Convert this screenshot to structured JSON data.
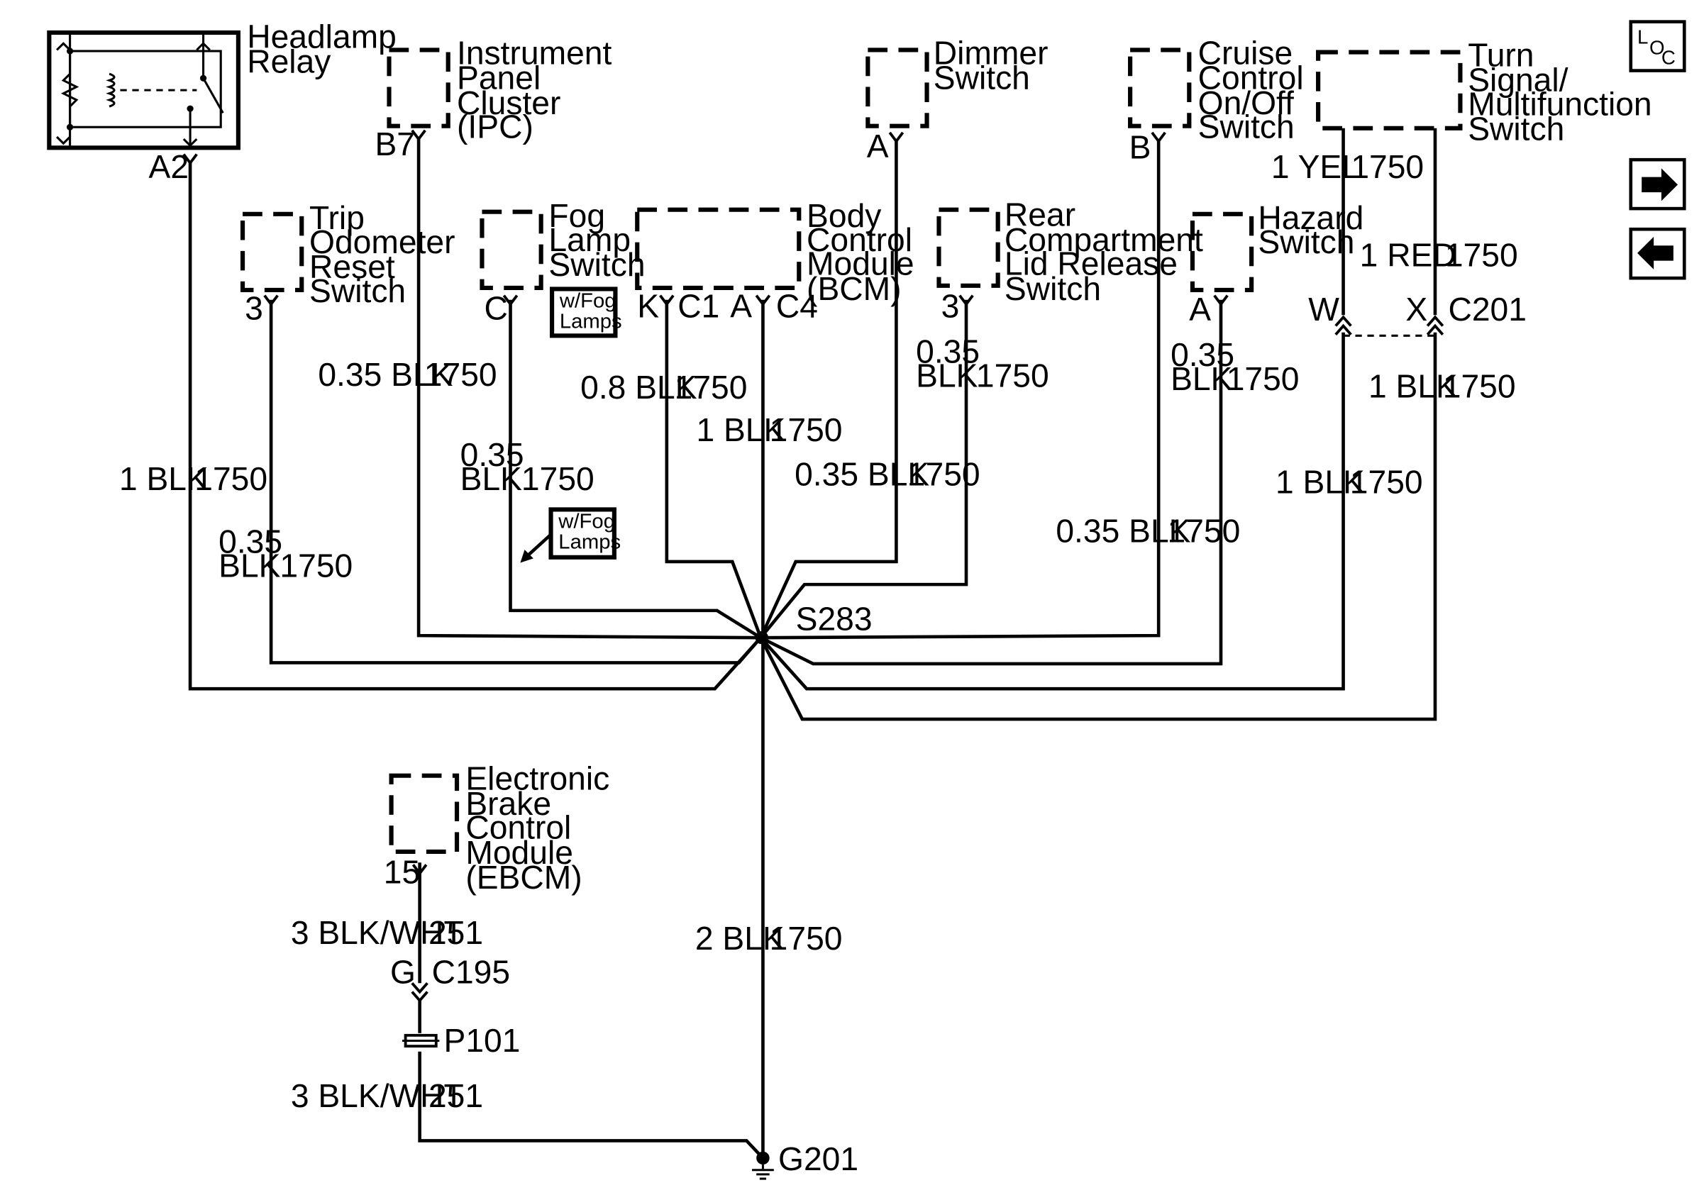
{
  "components": {
    "headlamp_relay": [
      "Headlamp",
      "Relay"
    ],
    "ipc": [
      "Instrument",
      "Panel",
      "Cluster",
      "(IPC)"
    ],
    "dimmer": [
      "Dimmer",
      "Switch"
    ],
    "cruise": [
      "Cruise",
      "Control",
      "On/Off",
      "Switch"
    ],
    "turn_signal": [
      "Turn",
      "Signal/",
      "Multifunction",
      "Switch"
    ],
    "trip_odometer": [
      "Trip",
      "Odometer",
      "Reset",
      "Switch"
    ],
    "fog_lamp": [
      "Fog",
      "Lamp",
      "Switch"
    ],
    "bcm": [
      "Body",
      "Control",
      "Module",
      "(BCM)"
    ],
    "rear_compartment": [
      "Rear",
      "Compartment",
      "Lid Release",
      "Switch"
    ],
    "hazard": [
      "Hazard",
      "Switch"
    ],
    "ebcm": [
      "Electronic",
      "Brake",
      "Control",
      "Module",
      "(EBCM)"
    ]
  },
  "fog_note": [
    "w/Fog",
    "Lamps"
  ],
  "pins": {
    "headlamp": "A2",
    "ipc": "B7",
    "dimmer": "A",
    "cruise": "B",
    "trip": "3",
    "fog": "C",
    "bcm_k": "K",
    "bcm_c1": "C1",
    "bcm_a": "A",
    "bcm_c4": "C4",
    "rear": "3",
    "hazard": "A",
    "w": "W",
    "x": "X",
    "ebcm": "15",
    "g": "G"
  },
  "connectors": {
    "c201": "C201",
    "c195": "C195",
    "p101": "P101"
  },
  "splice": "S283",
  "ground": "G201",
  "wire_labels": {
    "yel": [
      "1 YEL",
      "1750"
    ],
    "red": [
      "1 RED",
      "1750"
    ],
    "ipc": [
      "0.35 BLK",
      "1750"
    ],
    "fog": [
      "0.35",
      "BLK",
      "1750"
    ],
    "bcm_k": [
      "0.8 BLK",
      "1750"
    ],
    "bcm_a": [
      "1 BLK",
      "1750"
    ],
    "dimmer": [
      "0.35 BLK",
      "1750"
    ],
    "rear": [
      "0.35",
      "BLK",
      "1750"
    ],
    "hazard": [
      "0.35",
      "BLK",
      "1750"
    ],
    "x_wire": [
      "1 BLK",
      "1750"
    ],
    "w_wire": [
      "1 BLK",
      "1750"
    ],
    "headlamp": [
      "1 BLK",
      "1750"
    ],
    "trip": [
      "0.35",
      "BLK",
      "1750"
    ],
    "cruise": [
      "0.35 BLK",
      "1750"
    ],
    "ground": [
      "2 BLK",
      "1750"
    ],
    "ebcm_top": [
      "3 BLK/WHT",
      "251"
    ],
    "ebcm_bottom": [
      "3 BLK/WHT",
      "251"
    ]
  },
  "loc_icon": {
    "l": "L",
    "o": "O",
    "c": "C"
  },
  "nav": {
    "next": "arrow-right-icon",
    "prev": "arrow-left-icon"
  }
}
